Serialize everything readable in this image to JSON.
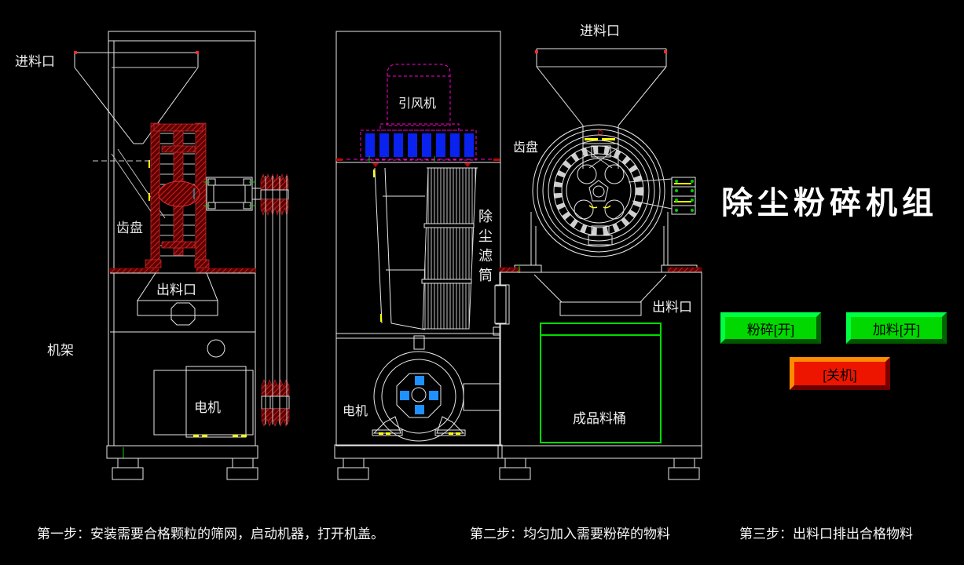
{
  "title": "除尘粉碎机组",
  "views": {
    "left": {
      "inlet": "进料口",
      "gear_disc": "齿盘",
      "outlet": "出料口",
      "frame": "机架",
      "motor": "电机"
    },
    "middle": {
      "fan": "引风机",
      "dust_filter": "除尘滤筒",
      "motor": "电机"
    },
    "right": {
      "inlet": "进料口",
      "gear_disc": "齿盘",
      "outlet": "出料口",
      "product_barrel": "成品料桶"
    }
  },
  "buttons": {
    "crush": "粉碎[开]",
    "feed": "加料[开]",
    "shutdown": "[关机]"
  },
  "steps": [
    "第一步：安装需要合格颗粒的筛网，启动机器，打开机盖。",
    "第二步：均匀加入需要粉碎的物料",
    "第三步：出料口排出合格物料"
  ],
  "colors": {
    "background": "#000000",
    "line_white": "#e8e8e8",
    "hatch_red": "#5e0000",
    "dashed_magenta": "#ff00cc",
    "blue_bar": "#0a22ee",
    "blue_square": "#1e90ff",
    "barrel_green": "#00dd00",
    "button_green": "#00d800",
    "button_red": "#ee1500",
    "tick_green": "#00cc00",
    "tick_yellow": "#ffff00"
  }
}
